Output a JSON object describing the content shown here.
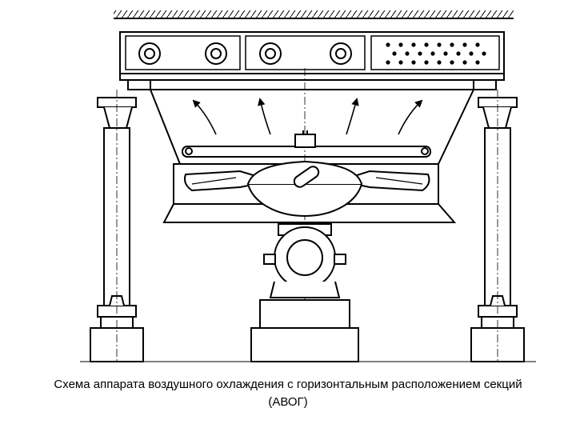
{
  "caption": {
    "line1": "Схема аппарата воздушного охлаждения с горизонтальным расположением секций",
    "line2": "(АВОГ)"
  },
  "colors": {
    "ink": "#000000",
    "paper": "#ffffff"
  },
  "drawing": {
    "style": "line-art",
    "vents_left_count": 4,
    "vents_right_grid": "3x8"
  }
}
